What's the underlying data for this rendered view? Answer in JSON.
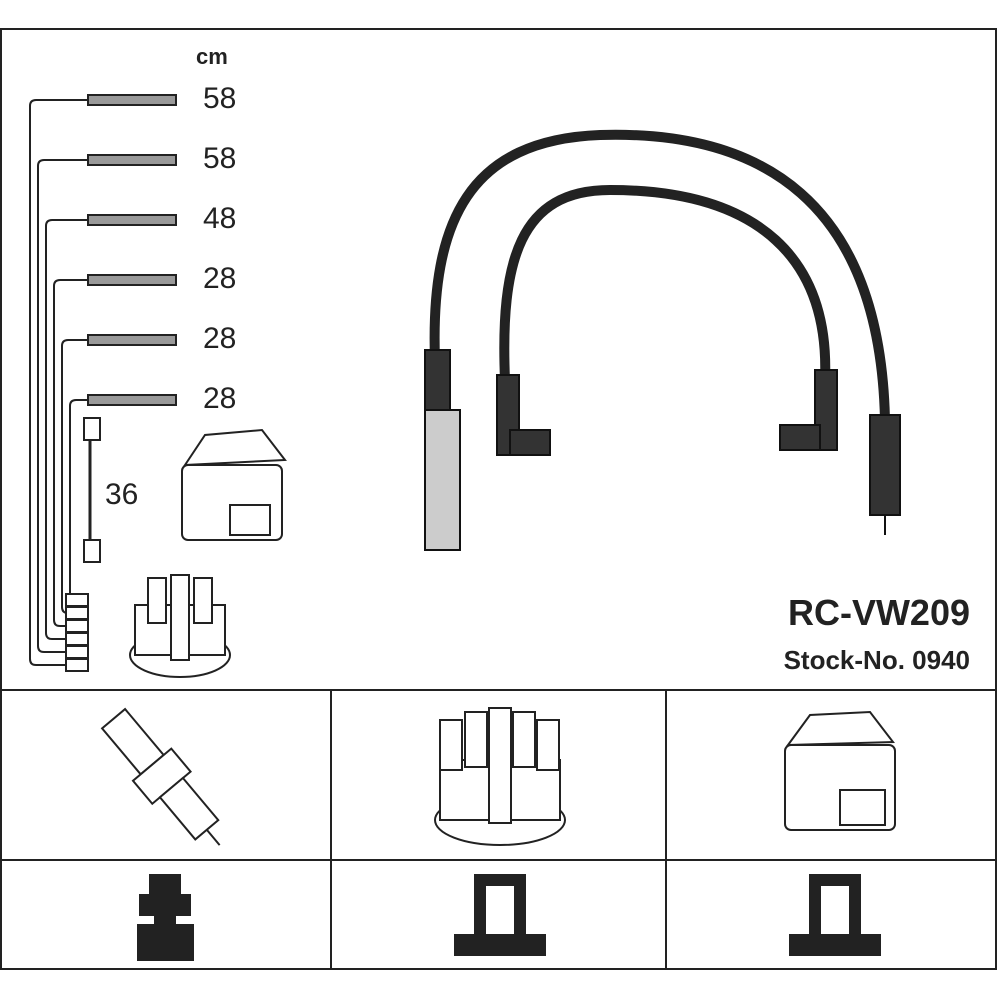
{
  "unit": "cm",
  "lengths": [
    "58",
    "58",
    "48",
    "28",
    "28",
    "28"
  ],
  "coil_lead_length": "36",
  "product": {
    "code": "RC-VW209",
    "stock": "Stock-No. 0940"
  },
  "icons": [
    "spark-plug-icon",
    "distributor-cap-icon",
    "ignition-coil-icon",
    "plug-terminal-icon",
    "cap-terminal-icon",
    "coil-terminal-icon"
  ]
}
